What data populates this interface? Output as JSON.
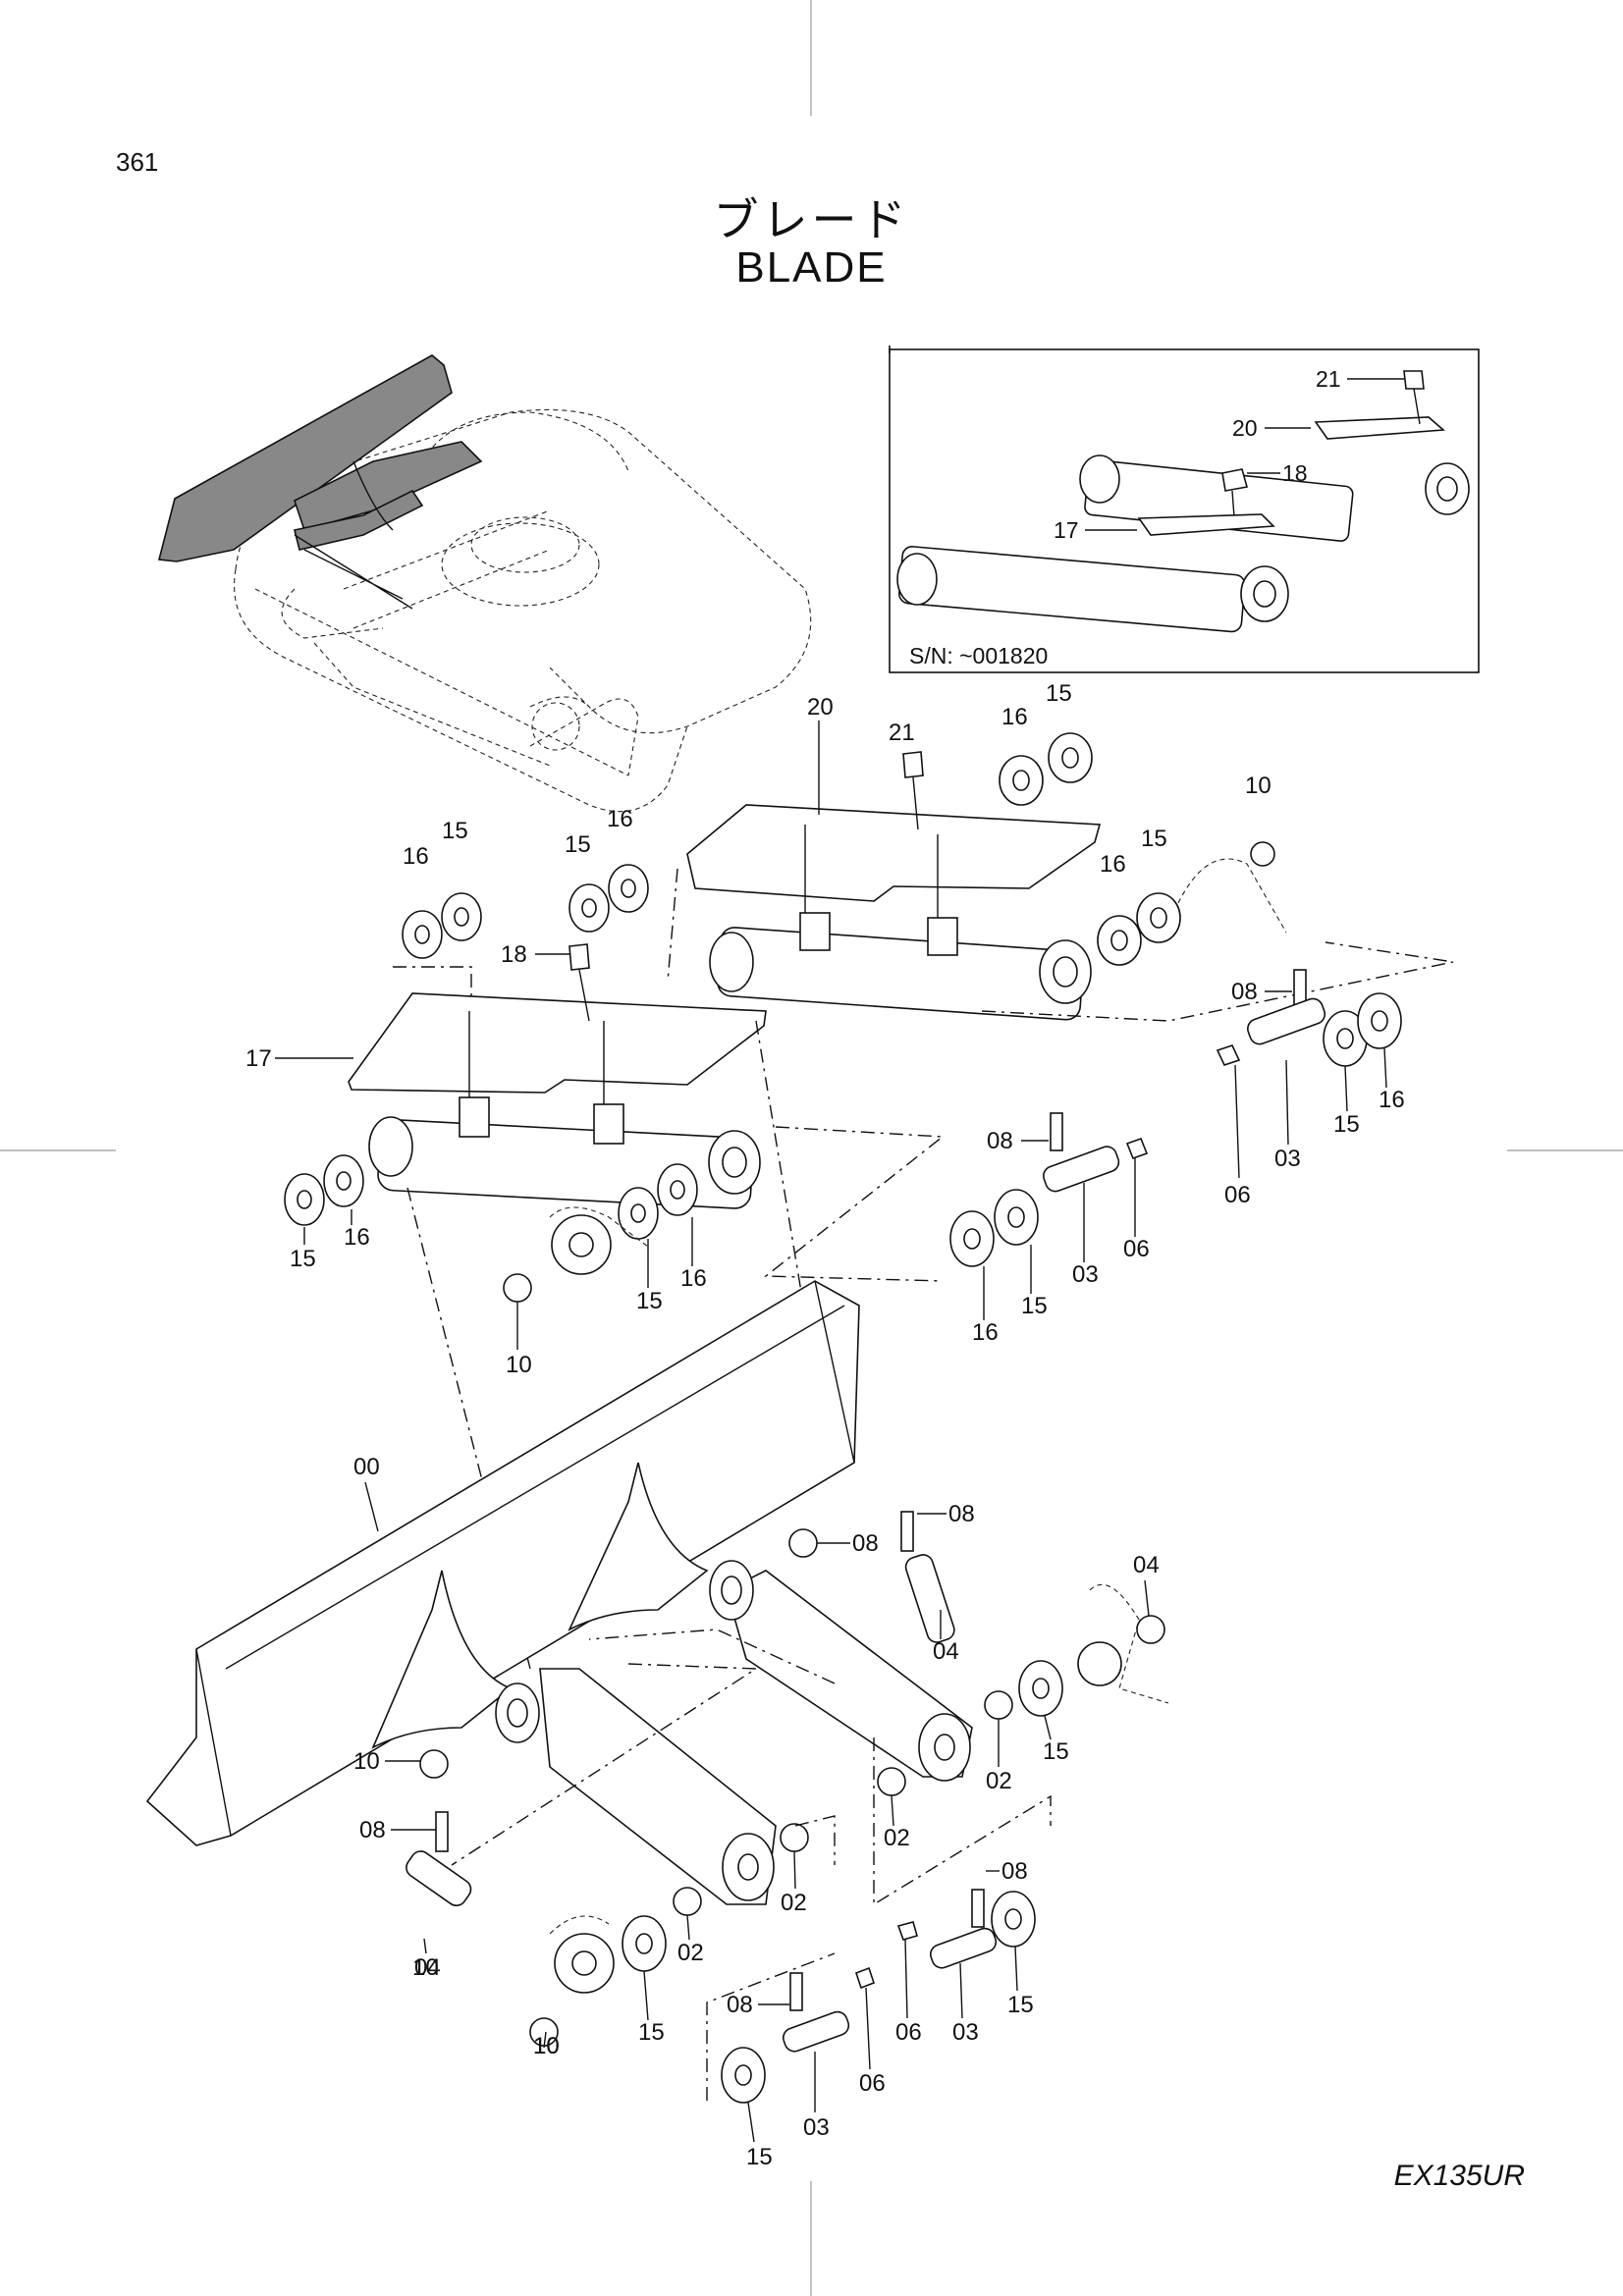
{
  "page_number": "361",
  "title_jp": "ブレード",
  "title_en": "BLADE",
  "model": "EX135UR",
  "inset": {
    "serial_note": "S/N: ~001820",
    "labels": [
      "21",
      "20",
      "18",
      "17"
    ]
  },
  "part_labels": [
    "21",
    "20",
    "16",
    "15",
    "10",
    "16",
    "15",
    "15",
    "16",
    "16",
    "15",
    "18",
    "17",
    "08",
    "15",
    "16",
    "15",
    "16",
    "06",
    "03",
    "08",
    "06",
    "03",
    "16",
    "15",
    "16",
    "15",
    "10",
    "00",
    "10",
    "08",
    "04",
    "08",
    "10",
    "10",
    "04",
    "15",
    "02",
    "02",
    "08",
    "02",
    "02",
    "04",
    "15",
    "10",
    "08",
    "08",
    "06",
    "03",
    "06",
    "03",
    "15",
    "15"
  ]
}
